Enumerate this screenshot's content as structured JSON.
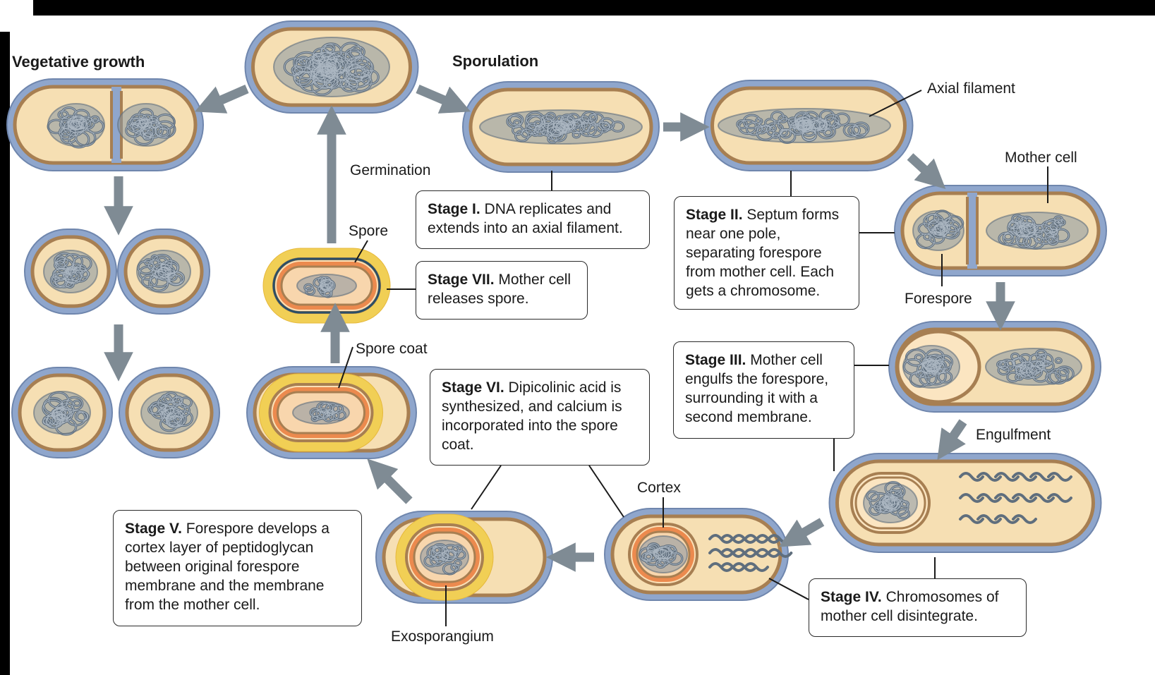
{
  "headings": {
    "vegetative": "Vegetative growth",
    "sporulation": "Sporulation"
  },
  "labels": {
    "germination": "Germination",
    "spore": "Spore",
    "axial_filament": "Axial filament",
    "mother_cell": "Mother cell",
    "forespore": "Forespore",
    "engulfment": "Engulfment",
    "spore_coat": "Spore coat",
    "cortex": "Cortex",
    "exosporangium": "Exosporangium"
  },
  "stages": [
    {
      "name": "Stage I.",
      "text": "DNA replicates and extends into an axial filament."
    },
    {
      "name": "Stage II.",
      "text": "Septum forms near one pole, separating forespore from mother cell. Each gets a chromosome."
    },
    {
      "name": "Stage III.",
      "text": "Mother cell engulfs the forespore, surrounding it with a second membrane."
    },
    {
      "name": "Stage IV.",
      "text": "Chromosomes of mother cell disintegrate."
    },
    {
      "name": "Stage V.",
      "text": "Forespore develops a cortex layer of peptidoglycan between original forespore membrane and the membrane from the mother cell."
    },
    {
      "name": "Stage VI.",
      "text": "Dipicolinic acid is synthesized, and calcium is incorporated into the spore coat."
    },
    {
      "name": "Stage VII.",
      "text": "Mother cell releases spore."
    }
  ],
  "colors": {
    "cell_wall": "#8fa6cc",
    "cell_wall_edge": "#6f86ad",
    "membrane": "#a77f52",
    "cytoplasm": "#f6dfb3",
    "dna": "#5f6e7d",
    "cortex": "#ec8a4e",
    "spore_coat": "#f1cf55",
    "arrow": "#7f8b94",
    "black_bar": "#000000"
  }
}
